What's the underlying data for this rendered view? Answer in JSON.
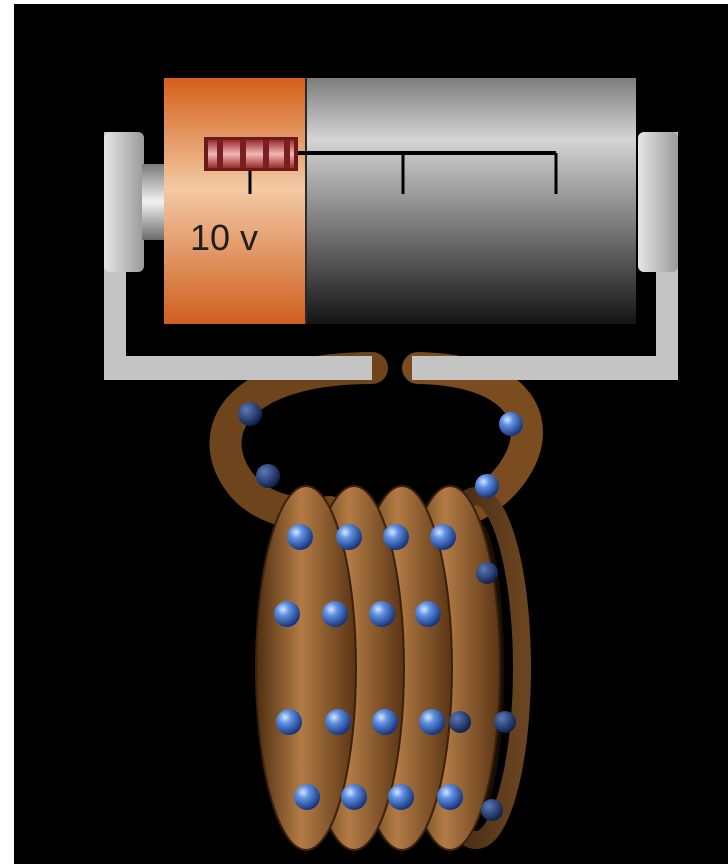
{
  "battery": {
    "voltage_label": "10 v",
    "voltage_slider_value": 10,
    "voltage_scale_min": 10,
    "voltage_scale_max": 30
  },
  "coil": {
    "turns": 4
  },
  "colors": {
    "background": "#000000",
    "border": "#ffffff",
    "battery_terminal": "#d8692a",
    "battery_body": "#303030",
    "wire": "#c8c8c8",
    "coil_copper": "#8a5a2b",
    "electron": "#4f7fd8"
  }
}
